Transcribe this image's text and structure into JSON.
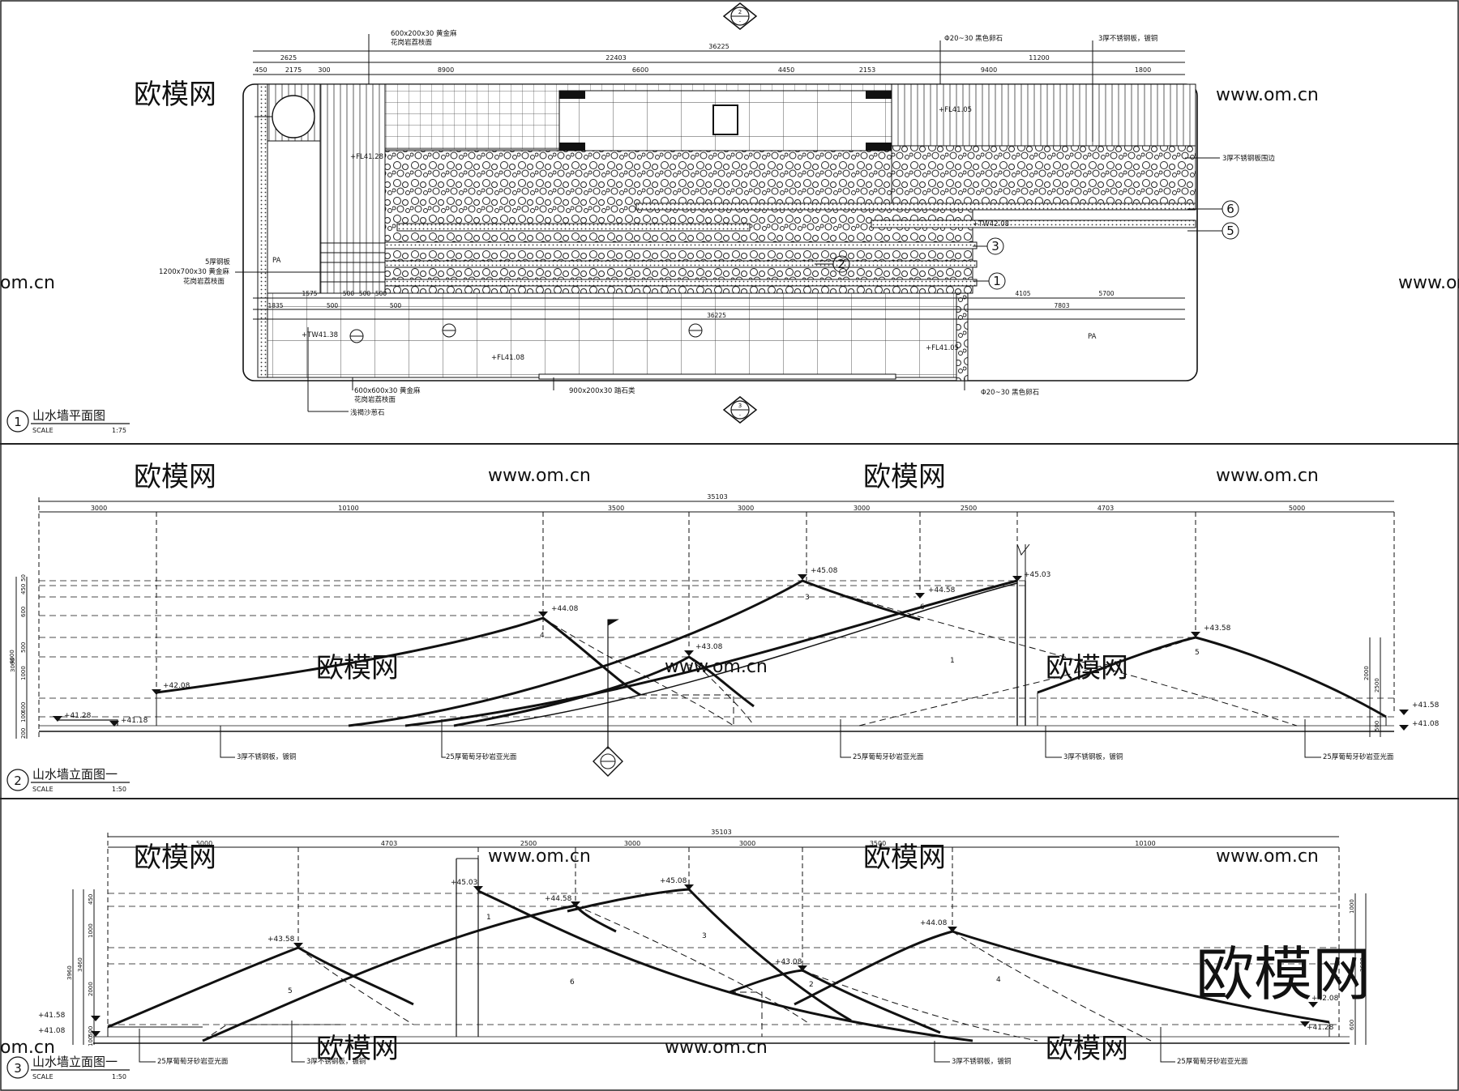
{
  "watermarks": {
    "logo_text": "欧模网",
    "url_text": "www.om.cn",
    "partial_text": "om.cn"
  },
  "plan": {
    "title": "山水墙平面图",
    "number": "1",
    "scale_label": "SCALE",
    "scale_value": "1:75",
    "dim_total": "36225",
    "dims_row1": [
      "2625",
      "22403",
      "11200"
    ],
    "dims_row2": [
      "450",
      "2175",
      "300",
      "8900",
      "6600",
      "4450",
      "2153",
      "9400",
      "1800"
    ],
    "dims_bottom": [
      "1835",
      "1575",
      "500",
      "500",
      "500",
      "500",
      "500",
      "4105",
      "5700",
      "7803",
      "36225"
    ],
    "callouts": {
      "paving_top": "600x200x30 黄金麻",
      "paving_top_2": "花岗岩荔枝面",
      "pebble_top": "Φ20~30 黑色卵石",
      "steel_top": "3厚不锈钢板，镀铜",
      "steel_edge": "3厚不锈钢板围边",
      "steel_plate": "5厚钢板",
      "granite_left": "1200x700x30 黄金麻",
      "granite_left_2": "花岗岩荔枝面",
      "paving_bottom": "600x600x30 黄金麻",
      "paving_bottom_2": "花岗岩荔枝面",
      "sand": "浅褐沙葱石",
      "stone_bottom": "900x200x30 踏石类",
      "pebble_bottom": "Φ20~30 黑色卵石"
    },
    "levels": {
      "fl_top": "+FL41.05",
      "fl_left": "+FL41.28",
      "tw_left": "+TW41.38",
      "fl_bottom": "+FL41.08",
      "fl_right": "+FL41.05",
      "tw_mid": "+TW42.08"
    },
    "pa_labels": [
      "PA",
      "PA"
    ],
    "markers": [
      "1",
      "2",
      "3",
      "5",
      "6"
    ]
  },
  "elev1": {
    "title": "山水墙立面图一",
    "number": "2",
    "scale_label": "SCALE",
    "scale_value": "1:50",
    "dim_total": "35103",
    "dims": [
      "3000",
      "10100",
      "3500",
      "3000",
      "3000",
      "2500",
      "4703",
      "5000"
    ],
    "levels": [
      "+41.28",
      "+41.18",
      "+42.08",
      "+44.08",
      "+43.08",
      "+45.08",
      "+44.58",
      "+45.03",
      "+43.58",
      "+41.58",
      "+41.08"
    ],
    "peak_labels": [
      "4",
      "2",
      "3",
      "6",
      "1",
      "5"
    ],
    "left_dims": [
      "200",
      "100",
      "600",
      "1000",
      "500",
      "600",
      "450",
      "50",
      "3000",
      "4000"
    ],
    "right_dims": [
      "2000",
      "2500",
      "500"
    ],
    "notes": [
      "3厚不锈钢板，镀铜",
      "25厚葡萄牙砂岩亚光面",
      "25厚葡萄牙砂岩亚光面",
      "3厚不锈钢板，镀铜",
      "25厚葡萄牙砂岩亚光面"
    ]
  },
  "elev2": {
    "title": "山水墙立面图一",
    "number": "3",
    "scale_label": "SCALE",
    "scale_value": "1:50",
    "dim_total": "35103",
    "dims": [
      "5000",
      "4703",
      "2500",
      "3000",
      "3000",
      "3500",
      "10100"
    ],
    "levels": [
      "+45.03",
      "+44.58",
      "+45.08",
      "+43.58",
      "+43.08",
      "+44.08",
      "+41.58",
      "+41.08",
      "+42.08",
      "+41.28"
    ],
    "peak_labels": [
      "1",
      "3",
      "5",
      "6",
      "2",
      "4"
    ],
    "left_dims": [
      "450",
      "1000",
      "3460",
      "3960",
      "2000",
      "500",
      "100"
    ],
    "right_dims": [
      "1000",
      "3600",
      "600"
    ],
    "notes": [
      "25厚葡萄牙砂岩亚光面",
      "3厚不锈钢板，镀铜",
      "3厚不锈钢板，镀铜",
      "25厚葡萄牙砂岩亚光面"
    ]
  }
}
